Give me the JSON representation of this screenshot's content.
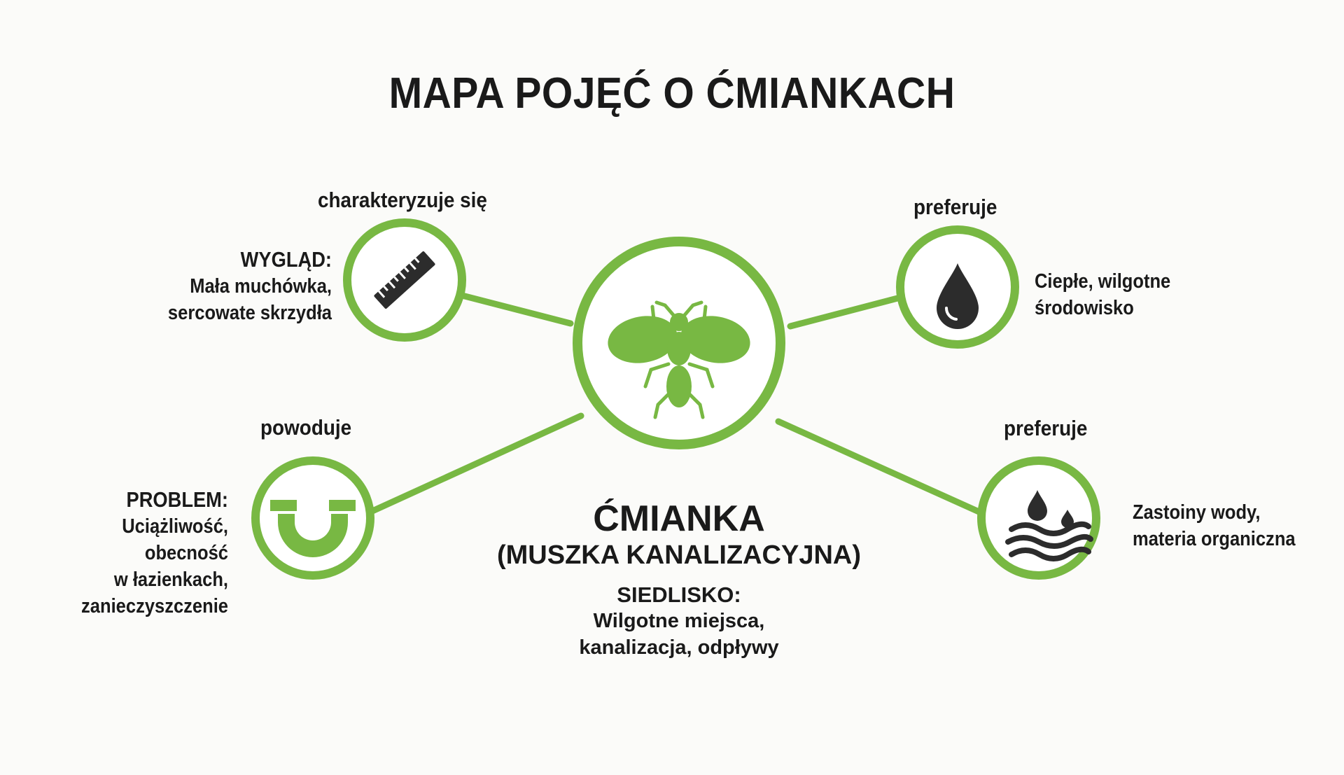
{
  "title": "MAPA POJĘĆ O ĆMIANKACH",
  "colors": {
    "accent": "#78b843",
    "background": "#fbfbf9",
    "text": "#1a1a1a",
    "icon_dark": "#2c2c2c"
  },
  "center": {
    "name": "ĆMIANKA",
    "subtitle": "(MUSZKA KANALIZACYJNA)",
    "habitat_heading": "SIEDLISKO:",
    "habitat_line1": "Wilgotne miejsca,",
    "habitat_line2": "kanalizacja, odpływy",
    "icon": "fly-icon"
  },
  "nodes": {
    "appearance": {
      "relation": "charakteryzuje się",
      "heading": "WYGLĄD:",
      "line1": "Mała muchówka,",
      "line2": "sercowate skrzydła",
      "icon": "ruler-icon"
    },
    "problem": {
      "relation": "powoduje",
      "heading": "PROBLEM:",
      "line1": "Uciążliwość,",
      "line2": "obecność",
      "line3": "w łazienkach,",
      "line4": "zanieczyszczenie",
      "icon": "drain-pipe-icon"
    },
    "environment": {
      "relation": "preferuje",
      "line1": "Ciepłe, wilgotne",
      "line2": "środowisko",
      "icon": "water-drop-icon"
    },
    "water": {
      "relation": "preferuje",
      "line1": "Zastoiny wody,",
      "line2": "materia organiczna",
      "icon": "stagnant-water-icon"
    }
  }
}
